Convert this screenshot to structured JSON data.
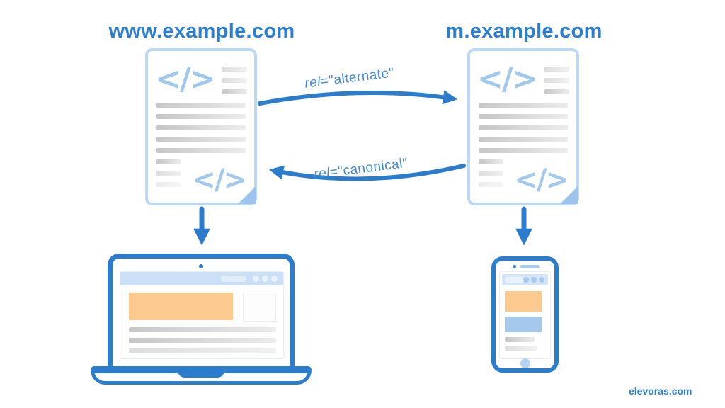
{
  "page": {
    "left_site": {
      "title": "www.example.com"
    },
    "right_site": {
      "title": "m.example.com"
    },
    "labels": {
      "alternate": {
        "prefix": "rel",
        "rest": "=\"alternate\""
      },
      "canonical": {
        "prefix": "rel",
        "rest": "=\"canonical\""
      }
    },
    "icons": {
      "code_glyph": "</>"
    },
    "watermark": "elevoras.com",
    "colors": {
      "primary_blue": "#2b7ccd",
      "title_blue": "#2b7ed2",
      "light_blue": "#a3c8ee",
      "doc_border_blue": "#bcd8f4",
      "pale_blue_bar": "#cbdff6",
      "orange": "#fcca8e",
      "gray_line": "#c6c6c6"
    }
  }
}
